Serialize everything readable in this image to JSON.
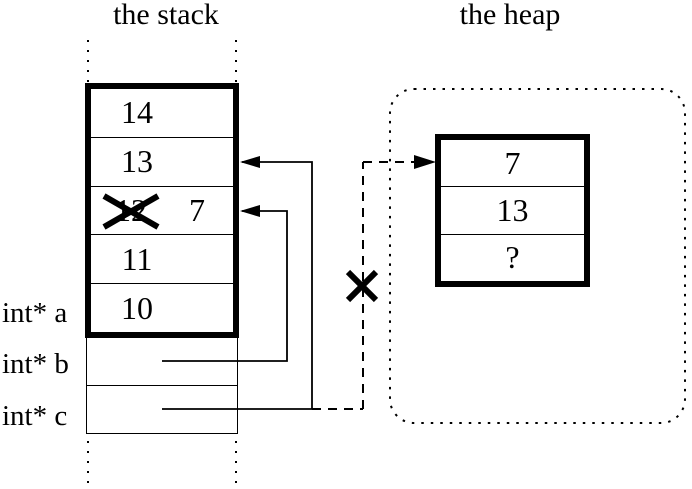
{
  "titles": {
    "stack_title": "the stack",
    "heap_title": "the heap"
  },
  "stack": {
    "cells": [
      {
        "value": "14"
      },
      {
        "value": "13"
      },
      {
        "value": "12",
        "crossed_out": true,
        "new_value": "7"
      },
      {
        "value": "11"
      },
      {
        "value": "10"
      }
    ],
    "pointer_rows": [
      {
        "label": "int* a"
      },
      {
        "label": "int* b"
      },
      {
        "label": "int* c"
      }
    ]
  },
  "heap": {
    "cells": [
      {
        "value": "7"
      },
      {
        "value": "13"
      },
      {
        "value": "?"
      }
    ]
  },
  "icons": {
    "cross_out_x": "✕",
    "dangling_pointer_x": "✕"
  },
  "colors": {
    "ink": "#000000",
    "background": "#ffffff"
  }
}
